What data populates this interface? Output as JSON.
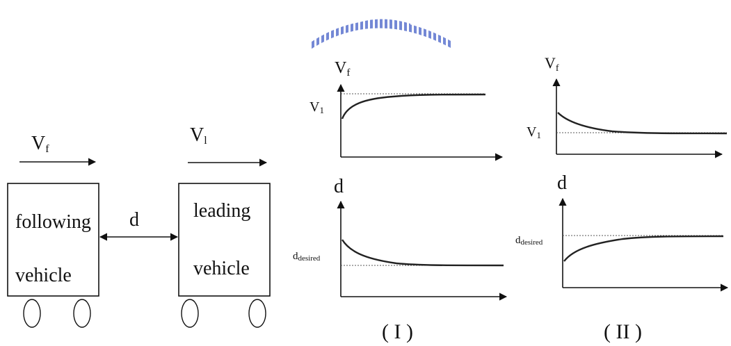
{
  "watermark": {
    "color": "#3a57c4"
  },
  "scenario": {
    "following_velocity": {
      "symbol": "V",
      "subscript": "f"
    },
    "leading_velocity": {
      "symbol": "V",
      "subscript": "l"
    },
    "gap_label": "d",
    "following_vehicle": {
      "line1": "following",
      "line2": "vehicle"
    },
    "leading_vehicle": {
      "line1": "leading",
      "line2": "vehicle"
    }
  },
  "case_1": {
    "label": "( I )",
    "velocity_plot": {
      "axis": "V",
      "axis_sub": "f",
      "reference": "V",
      "reference_sub": "1",
      "trend": "rises to reference"
    },
    "distance_plot": {
      "axis": "d",
      "reference": "d",
      "reference_sub": "desired",
      "trend": "falls to reference"
    }
  },
  "case_2": {
    "label": "( II )",
    "velocity_plot": {
      "axis": "V",
      "axis_sub": "f",
      "reference": "V",
      "reference_sub": "1",
      "trend": "falls to reference"
    },
    "distance_plot": {
      "axis": "d",
      "reference": "d",
      "reference_sub": "desired",
      "trend": "rises to reference"
    }
  }
}
